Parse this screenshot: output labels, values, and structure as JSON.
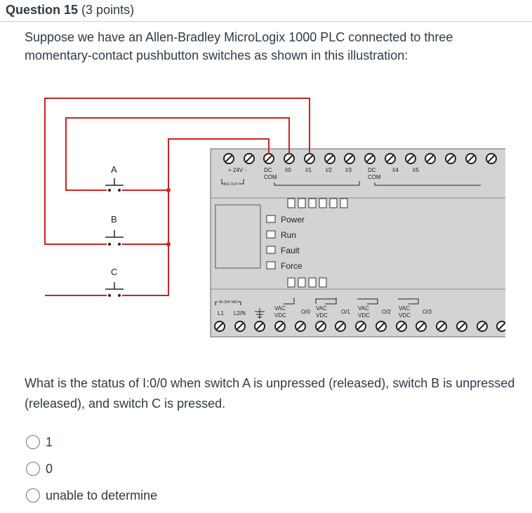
{
  "question": {
    "number_label": "Question 15",
    "points_label": "(3 points)",
    "prompt": "Suppose we have an Allen-Bradley MicroLogix 1000 PLC connected to three momentary-contact pushbutton switches as shown in this illustration:",
    "question_text": "What is the status of I:0/0 when switch A is unpressed (released), switch B is unpressed (released), and switch C is pressed.",
    "options": [
      "1",
      "0",
      "unable to determine"
    ]
  },
  "diagram": {
    "switch_labels": [
      "A",
      "B",
      "C"
    ],
    "top_terminal_labels": {
      "dc_plus_minus": "+ 24V -",
      "dc_out": "DC OUT",
      "dc_com1": "DC",
      "dc_com1b": "COM",
      "i0": "I/0",
      "i1": "I/1",
      "i2": "I/2",
      "i3": "I/3",
      "dc_com2": "DC",
      "dc_com2b": "COM",
      "i4": "I/4",
      "i5": "I/5"
    },
    "indicators": [
      "Power",
      "Run",
      "Fault",
      "Force"
    ],
    "bottom_terminal_labels": {
      "supply": "85-264 VAC",
      "l1": "L1",
      "l2n": "L2/N",
      "vac": "VAC",
      "vdc": "VDC",
      "o0": "O/0",
      "o1": "O/1",
      "o2": "O/2",
      "o3": "O/3"
    },
    "wire_color": "#cc2222",
    "plc_color": "#d4d4d4"
  }
}
